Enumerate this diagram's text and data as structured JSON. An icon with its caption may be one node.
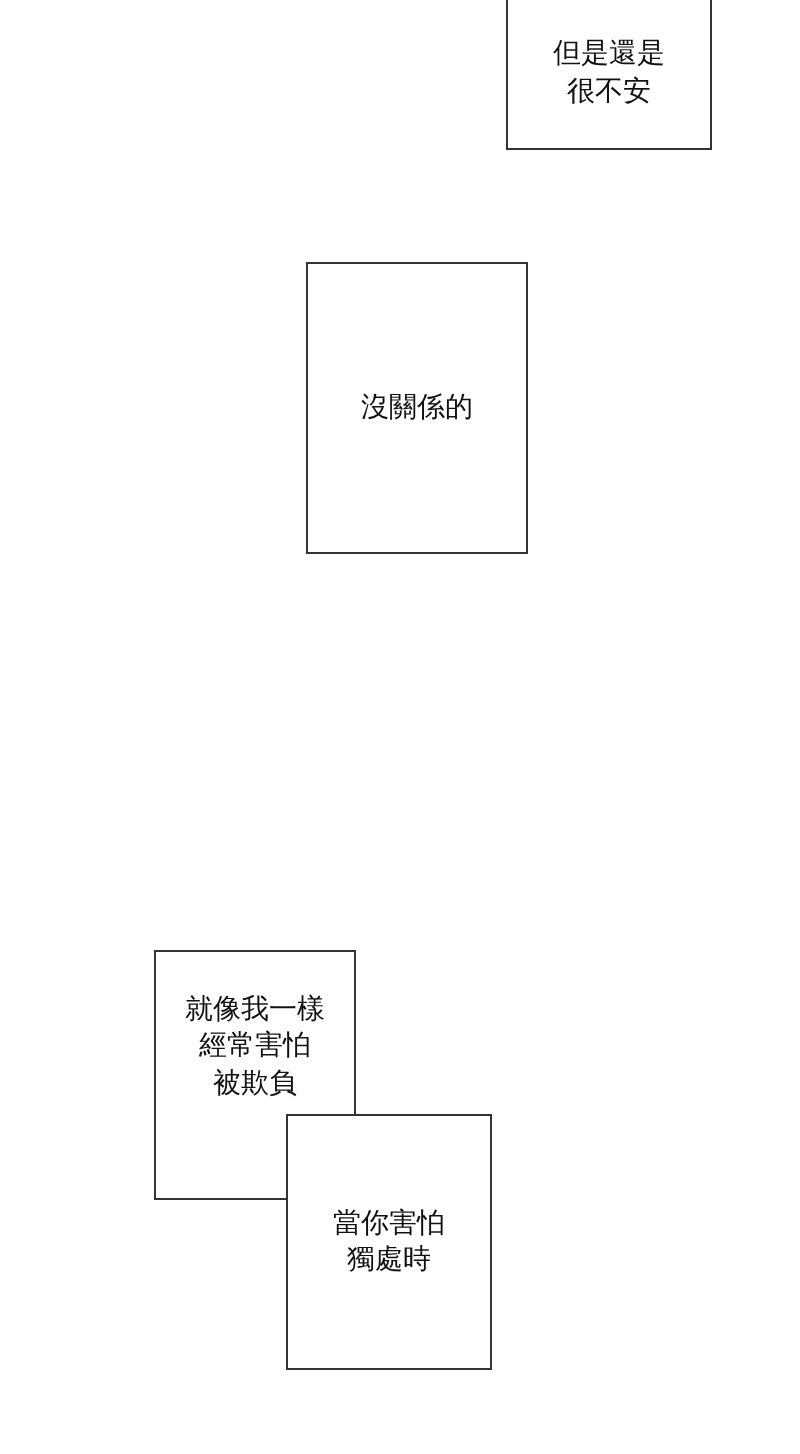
{
  "diagram": {
    "nodes": [
      {
        "text": [
          "但是還是很不安"
        ]
      },
      {
        "text": [
          "沒關係的"
        ]
      },
      {
        "text": [
          "就像我一樣經常害怕被欺負"
        ]
      },
      {
        "text": [
          "當你害怕獨處時"
        ]
      }
    ]
  }
}
